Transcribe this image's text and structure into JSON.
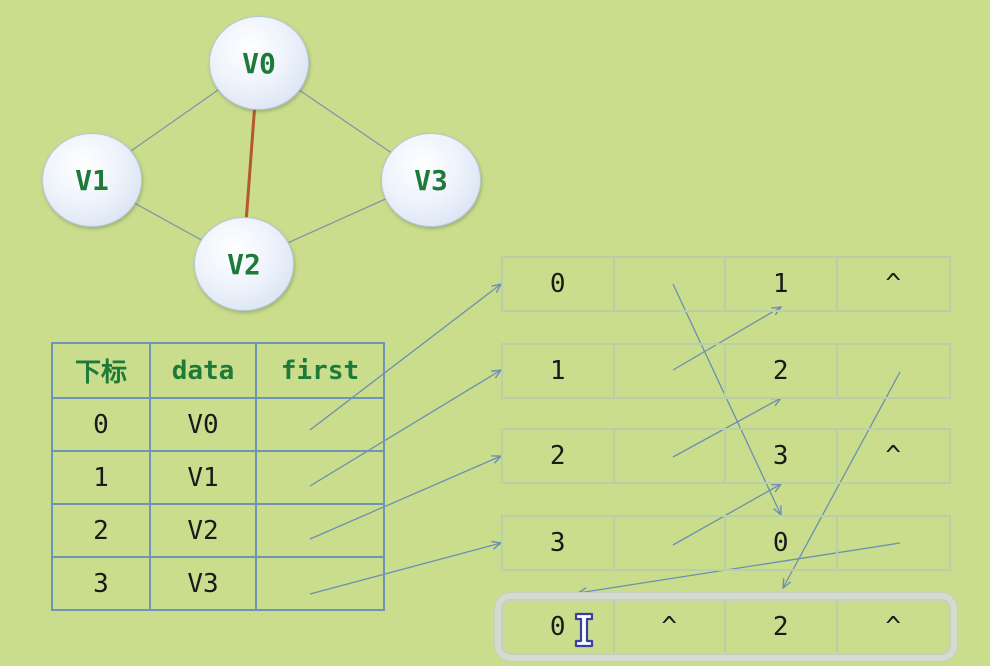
{
  "graph": {
    "nodes": [
      {
        "id": "v0",
        "label": "V0"
      },
      {
        "id": "v1",
        "label": "V1"
      },
      {
        "id": "v2",
        "label": "V2"
      },
      {
        "id": "v3",
        "label": "V3"
      }
    ],
    "edges": [
      {
        "from": "V0",
        "to": "V1"
      },
      {
        "from": "V0",
        "to": "V3"
      },
      {
        "from": "V1",
        "to": "V2"
      },
      {
        "from": "V2",
        "to": "V3"
      },
      {
        "from": "V0",
        "to": "V2",
        "highlighted": true
      }
    ],
    "edge_color": "#7d94a8",
    "highlight_color": "#b5572f"
  },
  "vertex_table": {
    "headers": [
      "下标",
      "data",
      "first"
    ],
    "rows": [
      {
        "index": "0",
        "data": "V0"
      },
      {
        "index": "1",
        "data": "V1"
      },
      {
        "index": "2",
        "data": "V2"
      },
      {
        "index": "3",
        "data": "V3"
      }
    ]
  },
  "edge_nodes": [
    [
      "0",
      "",
      "1",
      "^"
    ],
    [
      "1",
      "",
      "2",
      ""
    ],
    [
      "2",
      "",
      "3",
      "^"
    ],
    [
      "3",
      "",
      "0",
      ""
    ],
    [
      "0",
      "^",
      "2",
      "^"
    ]
  ],
  "colors": {
    "background": "#c9dd8c",
    "label_green": "#1e7a38",
    "arrow": "#6d8fb0"
  },
  "icons": {
    "cursor": "text-cursor-icon"
  }
}
